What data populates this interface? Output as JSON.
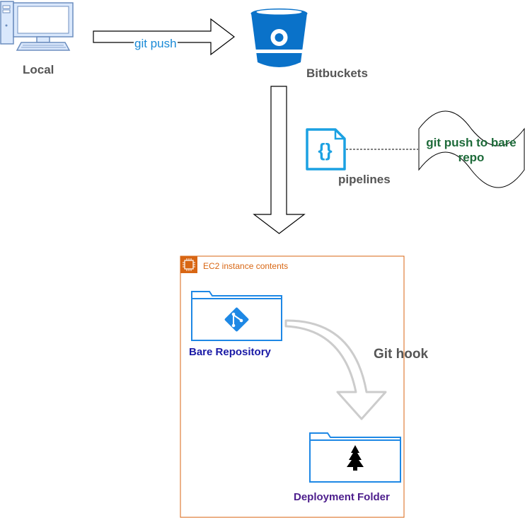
{
  "nodes": {
    "local": {
      "label": "Local"
    },
    "bitbucket": {
      "label": "Bitbuckets"
    },
    "pipelines": {
      "label": "pipelines"
    },
    "note": {
      "label": "git push to bare repo"
    },
    "ec2": {
      "label": "EC2 instance contents"
    },
    "bare_repo": {
      "label": "Bare Repository"
    },
    "deploy_folder": {
      "label": "Deployment Folder"
    }
  },
  "edges": {
    "push": {
      "label": "git push"
    },
    "hook": {
      "label": "Git hook"
    }
  },
  "colors": {
    "monitor_fill": "#dae8fc",
    "monitor_stroke": "#6c8ebf",
    "bitbucket_blue": "#0a72c9",
    "pipelines_cyan": "#1ba1e2",
    "folder_blue": "#1e88e5",
    "ec2_orange": "#d86613",
    "git_push_text": "#1a8ad6",
    "note_green": "#1e6b3a",
    "bare_repo_text": "#1a1aa6",
    "deploy_text": "#4c1d8c",
    "gray_text": "#555555",
    "hook_arrow": "#cccccc"
  },
  "icons": [
    "desktop-computer-icon",
    "bitbucket-icon",
    "pipelines-icon",
    "git-icon",
    "tree-icon"
  ]
}
